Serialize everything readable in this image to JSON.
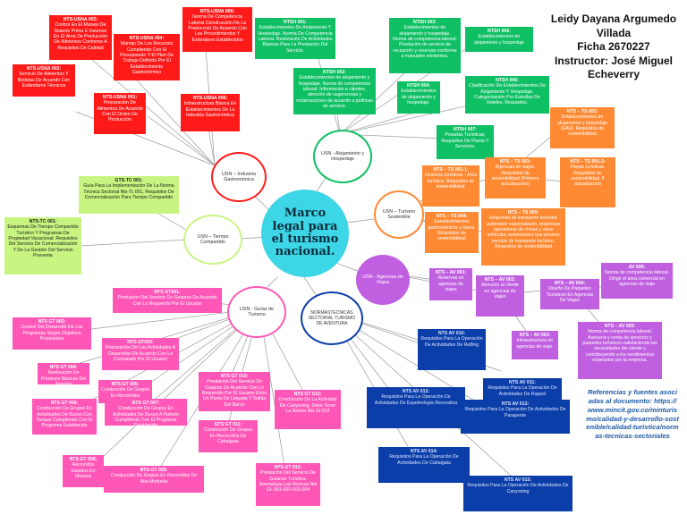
{
  "center": "Marco legal para el turismo nacional.",
  "info": {
    "name": "Leidy Dayana Argumedo Villada",
    "ficha": "Ficha 2670227",
    "instructor": "Instructor: José Miguel Echeverry"
  },
  "references": "Referencias y fuentes asociadas al documento: https://www.mincit.gov.co/minturismo/calidad-y-desarrollo-sostenible/calidad-turistica/normas-tecnicas-sectoriales",
  "hubs": {
    "industria": "USN – Industria Gastronómica",
    "alojamiento": "USN - Alojamiento y Hospedaje",
    "sostenible": "USN – Turismo Sostenible",
    "agencias": "USN - Agencias de Viajes",
    "aventura": "NORMASTECNICAS SECTORIAL TURISMO DE AVENTURA",
    "guias": "USN - Guías de Turismo",
    "tiempo": "USN – Tiempo Compartido"
  },
  "red": [
    {
      "t": "NTS-USNA 003:",
      "b": "Control En El Manejo De Materia Prima E Insumos En El Área De Producción De Alimentos Conforme A Requisitos De Calidad"
    },
    {
      "t": "NTS-USNA 004:",
      "b": "Manejo De Los Recursos Cumpliendo Con El Presupuesto Y El Plan De Trabajo Definido Por El Establecimiento Gastronómico"
    },
    {
      "t": "NTS-USNA 005:",
      "b": "Norma De Competencia Laboral Construcción De La Producción De Acuerdo Con Los Procedimientos Y Estándares Establecidos"
    },
    {
      "t": "NTS-USNA 002:",
      "b": "Servicio De Alimentos Y Bebidas De Acuerdo Con Estándares Técnicos"
    },
    {
      "t": "NTS-USNA 001:",
      "b": "Preparación De Alimentos De Acuerdo Con El Orden De Producción"
    },
    {
      "t": "NTS-USNA 006:",
      "b": "Infraestructura Básica En Establecimientos De La Industria Gastronómica"
    }
  ],
  "green": [
    {
      "t": "NTSH 001:",
      "b": "Establecimientos De Alojamiento Y Hospedaje. Norma De Competencia Laboral. Realización De Actividades Básicas Para La Prestación Del Servicio."
    },
    {
      "t": "NTSH 003:",
      "b": "Establecimientos de alojamiento y hospedaje. Norma de competencia laboral. Prestación de servicio de recepción y reservas conforme a manuales existentes."
    },
    {
      "t": "NTSH 005:",
      "b": "Establecimientos de alojamiento y hospedaje"
    },
    {
      "t": "NTSH 002:",
      "b": "Establecimientos de alojamiento y hospedaje. Norma de competencia laboral. Información a clientes, atención de sugerencias y reclamaciones de acuerdo a políticas de servicio."
    },
    {
      "t": "NTSH 004:",
      "b": "Establecimientos de alojamiento y hospedaje."
    },
    {
      "t": "NTSH 006:",
      "b": "Clasificación De Establecimientos De Alojamiento Y Hospedaje. Categorización Por Estrellas De Hoteles. Requisitos."
    },
    {
      "t": "NTSH 007:",
      "b": "Posadas Turísticas, Requisitos De Planta Y Servicios."
    }
  ],
  "orange": [
    {
      "t": "NTS – TS 002:",
      "b": "Establecimientos de alojamiento y hospedaje (EAH). Requisitos de sostenibilidad"
    },
    {
      "t": "NTS – TS 001-1:",
      "b": "Destinos turísticos - Área turística. Requisitos de sostenibilidad."
    },
    {
      "t": "NTS – TS 003:",
      "b": "Agencias de viajes. Requisitos de sostenibilidad (Primera actualización)"
    },
    {
      "t": "NTS – TS 001-2:",
      "b": "Playas turísticas. Requisitos de sostenibilidad. II actualización"
    },
    {
      "t": "NTS – TS 004:",
      "b": "Establecimientos gastronómicos y bares. Requisitos de sostenibilidad"
    },
    {
      "t": "NTS – TS 005:",
      "b": "Empresas de transporte terrestre automotor especializado, empresas operadoras de chivas y otros vehículos automotores que presten servicio de transporte turístico. Requisitos de sostenibilidad"
    }
  ],
  "purple": [
    {
      "t": "NTS – AV 001:",
      "b": "Reservas en agencias de viajes"
    },
    {
      "t": "NTS – AV 002:",
      "b": "Atención al cliente en agencias de viajes"
    },
    {
      "t": "NTS – AV 004:",
      "b": "Diseño De Paquetes Turísticos En Agencias De Viajes"
    },
    {
      "t": "AV 006:",
      "b": "Norma de competencia laboral. Dirigir el área comercial en agencias de viaje"
    },
    {
      "t": "NTS – AV 003:",
      "b": "Infraestructura en agencias de viaje."
    },
    {
      "t": "NTS – AV 005:",
      "b": "Norma de competencia laboral. Asesoría y venta de servicios y paquetes turísticos satisfaciendo las necesidades del cliente y contribuyendo a los rendimientos esperados por la empresa."
    }
  ],
  "navy": [
    {
      "t": "NTS AV 010:",
      "b": "Requisitos Para La Operación De Actividades De Rafting"
    },
    {
      "t": "NTS AV 011:",
      "b": "Requisitos Para La Operación De Actividades De Rappel"
    },
    {
      "t": "NTS AV 012:",
      "b": "Requisitos Para La Operación De Actividades De Espeleología Recreativa"
    },
    {
      "t": "NTS AV 013:",
      "b": "Requisitos Para La Operación De Actividades De Parapente"
    },
    {
      "t": "NTS AV 014:",
      "b": "Requisitos Para La Operación De Actividades De Cabalgata"
    },
    {
      "t": "NTS AV 015:",
      "b": "Requisitos Para La Operación De Actividades De Canyoning"
    }
  ],
  "pink": [
    {
      "t": "NTS GT001:",
      "b": "Prestación Del Servicio De Guianza De Acuerdo Con Lo Requerido Por El Usuario"
    },
    {
      "t": "NTS GT 002:",
      "b": "Control Del Desarrollo De Los Programas Según Objetivos Propuestos"
    },
    {
      "t": "NTS GT003:",
      "b": "Preparación De Las Actividades A Desarrollar De Acuerdo Con Lo Contratado Por El Usuario"
    },
    {
      "t": "NTS GT 004:",
      "b": "Realización De Procesos Básicos Del Servicio"
    },
    {
      "t": "NTS GT 005:",
      "b": "Conducción De Grupos En Recorridos Ecoturísticos"
    },
    {
      "t": "NTS GT 010:",
      "b": "Prestación Del Servicio De Guianza De Acuerdo Con Lo Requerido Por El Usuario Entre Un Punto De Llegada Y Salida Del Barco"
    },
    {
      "t": "NTS GT 013:",
      "b": "Conducción De La Actividad De Canyoning. Debe Tener La Norma Nts Gt 012"
    },
    {
      "t": "NTS GT 006:",
      "b": "Conducción De Grupos En Actividades De Buceo Con Tanque Cumpliendo Con El Programa Establecido"
    },
    {
      "t": "NTS GT 007:",
      "b": "Conducción De Grupos En Actividades De Buceo A Pulmón Cumpliendo Con El Programa Establecido"
    },
    {
      "t": "NTS GT 011:",
      "b": "Conducción De Grupos En Recorridos De Cabalgata"
    },
    {
      "t": "NTS GT 008:",
      "b": "Recorridos Guiados En Museos"
    },
    {
      "t": "NTS GT 009:",
      "b": "Conducción De Grupos En Recorridos De Alta Montaña"
    },
    {
      "t": "NTS GT 012:",
      "b": "Prestación Del Servicio De Guianza Turística. Reemplaza Las Normas Nts Gt. 001-002-003-004"
    }
  ],
  "lime": [
    {
      "t": "GTS-TC 001:",
      "b": "Guía Para La Implementación De La Norma Técnica Sectorial Nts-Tc 001, Requisitos De Comercialización Para Tiempo Compartido"
    },
    {
      "t": "NTS-TC 001:",
      "b": "Esquemas De Tiempo Compartido Turístico Y Programas De Propiedad Vacacional. Requisitos Del Servicio De Comercialización Y De La Gestión Del Servicio Posventa"
    }
  ]
}
